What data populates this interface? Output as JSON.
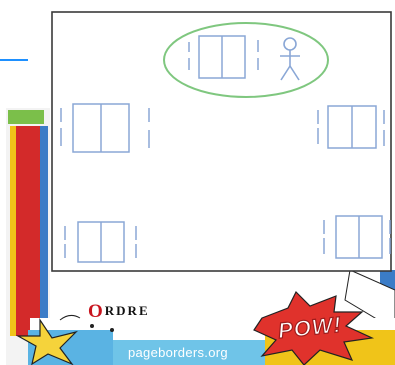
{
  "border_word": {
    "first_letter": "O",
    "rest": "RDRE"
  },
  "burst_text": "POW!",
  "footer": {
    "site": "pageborders.org"
  },
  "colors": {
    "frame_stroke": "#3a3a3a",
    "zone_outline": "#7fc77f",
    "panel_stroke": "#8aa7d6",
    "page_stripe_red": "#d32a2a",
    "page_stripe_blue": "#3b7cc7",
    "page_stripe_yellow": "#f0c419",
    "accent_line": "#1e90ff"
  },
  "icons": [
    "stick-figure-icon",
    "double-door-icon",
    "star-burst-icon"
  ]
}
